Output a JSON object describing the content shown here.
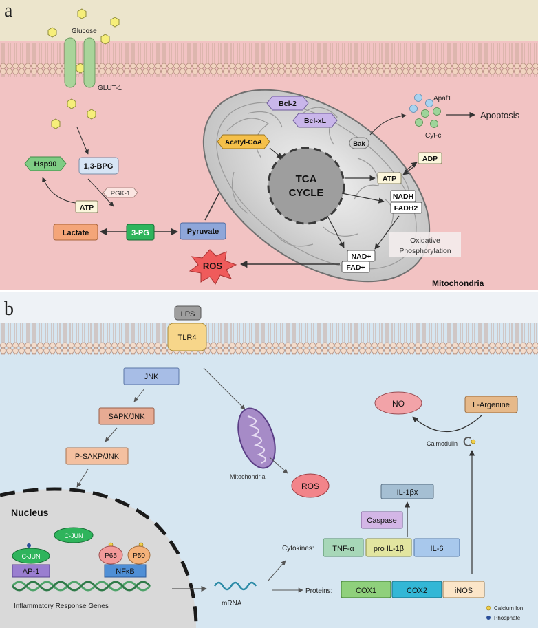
{
  "panel_a": {
    "letter": "a",
    "glucose": "Glucose",
    "glut1": "GLUT-1",
    "hsp90": "Hsp90",
    "bpg": "1,3-BPG",
    "pgk1": "PGK-1",
    "atp_glycolysis": "ATP",
    "lactate": "Lactate",
    "pg3": "3-PG",
    "pyruvate": "Pyruvate",
    "ros": "ROS",
    "acetyl_coa": "Acetyl-CoA",
    "bcl2": "Bcl-2",
    "bclxl": "Bcl-xL",
    "bak": "Bak",
    "apaf1": "Apaf1",
    "cytc": "Cyt-c",
    "apoptosis": "Apoptosis",
    "tca_line1": "TCA",
    "tca_line2": "CYCLE",
    "atp_mito": "ATP",
    "adp": "ADP",
    "nadh": "NADH",
    "fadh2": "FADH2",
    "nad": "NAD+",
    "fad": "FAD+",
    "oxphos_line1": "Oxidative",
    "oxphos_line2": "Phosphorylation",
    "mitochondria": "Mitochondria"
  },
  "panel_b": {
    "letter": "b",
    "lps": "LPS",
    "tlr4": "TLR4",
    "jnk": "JNK",
    "sapk_jnk": "SAPK/JNK",
    "p_sakp_jnk": "P-SAKP/JNK",
    "nucleus": "Nucleus",
    "cjun_free": "C-JUN",
    "cjun_bound": "C-JUN",
    "ap1": "AP-1",
    "p65": "P65",
    "p50": "P50",
    "nfkb": "NFκB",
    "genes": "Inflammatory Response Genes",
    "mrna": "mRNA",
    "mitochondria": "Mitochondria",
    "ros": "ROS",
    "no": "NO",
    "l_argenine": "L-Argenine",
    "calmodulin": "Calmodulin",
    "il1bx": "IL-1βx",
    "caspase": "Caspase",
    "cytokines": "Cytokines:",
    "tnfa": "TNF-α",
    "pro_il1b": "pro IL-1β",
    "il6": "IL-6",
    "proteins": "Proteins:",
    "cox1": "COX1",
    "cox2": "COX2",
    "inos": "iNOS",
    "legend_calcium": "Calcium Ion",
    "legend_phosphate": "Phosphate"
  },
  "colors": {
    "extracellular_a": "#ece5cc",
    "cytoplasm_a": "#f2c3c3",
    "extracellular_b": "#eef2f6",
    "cytoplasm_b": "#d6e6f1",
    "membrane_head": "#f1d3c0",
    "glucose_yellow": "#f6ee7a",
    "hsp90_green": "#7fcc84",
    "bpg_blue": "#d7e5f5",
    "lactate_orange": "#f4a579",
    "pg3_green": "#2fb45c",
    "pyruvate_blue": "#8ea6d9",
    "ros_red": "#ef5b5b",
    "acetyl_orange": "#f5c04a",
    "bcl_purple": "#c9b6ea",
    "nucleus_gray": "#d9d9d9"
  }
}
